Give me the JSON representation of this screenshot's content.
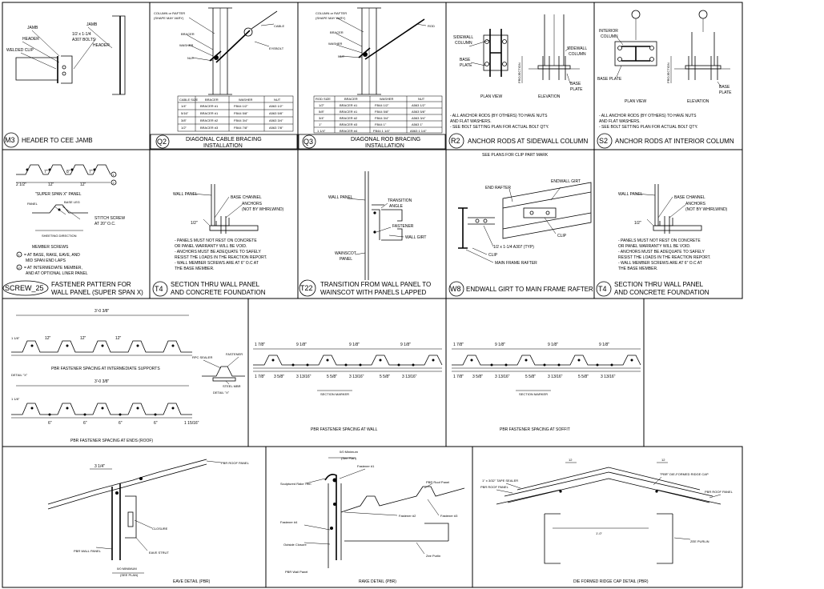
{
  "panels": {
    "m3": {
      "code": "M3",
      "title": "HEADER TO CEE JAMB",
      "labels": {
        "jamb": "JAMB",
        "jamb2": "JAMB",
        "header": "HEADER",
        "header2": "HEADER",
        "welded_clip": "WELDED CLIP",
        "bolts": "1/2 x 1-1/4",
        "bolts2": "A307 BOLTS"
      }
    },
    "q2": {
      "code": "Q2",
      "title": "DIAGONAL CABLE BRACING",
      "title2": "INSTALLATION",
      "labels": {
        "column": "COLUMN or RAFTER",
        "shape": "(SHAPE MAY VARY)",
        "cable": "CABLE",
        "bracer": "BRACER",
        "washer": "WASHER",
        "eyebolt": "EYEBOLT",
        "nut": "NUT"
      },
      "table": {
        "headers": [
          "CABLE SIZE",
          "BRACER",
          "WASHER",
          "NUT"
        ],
        "rows": [
          [
            "1/4\"",
            "BRACER #1",
            "FB44 1/2\"",
            "A563 1/2\""
          ],
          [
            "5/16\"",
            "BRACER #1",
            "FB44 5/8\"",
            "A563 5/8\""
          ],
          [
            "3/8\"",
            "BRACER #2",
            "FB44 3/4\"",
            "A563 3/4\""
          ],
          [
            "1/2\"",
            "BRACER #3",
            "FB44 7/8\"",
            "A563 7/8\""
          ]
        ]
      }
    },
    "q3": {
      "code": "Q3",
      "title": "DIAGONAL ROD BRACING",
      "title2": "INSTALLATION",
      "labels": {
        "column": "COLUMN or RAFTER",
        "shape": "(SHAPE MAY VARY)",
        "rod": "ROD",
        "bracer": "BRACER",
        "washer": "WASHER",
        "nut": "NUT"
      },
      "table": {
        "headers": [
          "ROD SIZE",
          "BRACER",
          "WASHER",
          "NUT"
        ],
        "rows": [
          [
            "1/2\"",
            "BRACER #1",
            "FB44 1/2\"",
            "A563 1/2\""
          ],
          [
            "5/8\"",
            "BRACER #1",
            "FB44 5/8\"",
            "A563 5/8\""
          ],
          [
            "3/4\"",
            "BRACER #2",
            "FB44 3/4\"",
            "A563 3/4\""
          ],
          [
            "1\"",
            "BRACER #3",
            "FB44 1\"",
            "A563 1\""
          ],
          [
            "1 1/4\"",
            "BRACER #4",
            "FB44 1 1/4\"",
            "A563 1 1/4\""
          ]
        ]
      }
    },
    "r2": {
      "code": "R2",
      "title": "ANCHOR RODS AT SIDEWALL COLUMN",
      "labels": {
        "sidewall_col": "SIDEWALL",
        "sidewall_col2": "COLUMN",
        "sidewall_col3": "SIDEWALL",
        "sidewall_col4": "COLUMN",
        "base_plate": "BASE",
        "base_plate2": "PLATE",
        "base_plate3": "BASE",
        "base_plate4": "PLATE",
        "projection": "PROJECTION",
        "plan": "PLAN VIEW",
        "elevation": "ELEVATION"
      },
      "notes": [
        "- ALL ANCHOR RODS (BY OTHERS) TO HAVE NUTS",
        "  AND FLAT WASHERS.",
        "- SEE BOLT SETTING PLAN FOR ACTUAL BOLT QTY."
      ]
    },
    "s2": {
      "code": "S2",
      "title": "ANCHOR RODS AT INTERIOR COLUMN",
      "labels": {
        "interior_col": "INTERIOR",
        "interior_col2": "COLUMN",
        "base_plate": "BASE PLATE",
        "base_plate2": "BASE",
        "base_plate3": "PLATE",
        "projection": "PROJECTION",
        "plan": "PLAN VIEW",
        "elevation": "ELEVATION"
      },
      "notes": [
        "- ALL ANCHOR RODS (BY OTHERS) TO HAVE NUTS",
        "  AND FLAT WASHERS.",
        "- SEE BOLT SETTING PLAN FOR ACTUAL BOLT QTY."
      ]
    },
    "screw25": {
      "code": "SCREW_25",
      "title": "FASTENER PATTERN FOR",
      "title2": "WALL PANEL (SUPER SPAN X)",
      "labels": {
        "panel_name": "\"SUPER SPAN X\" PANEL",
        "panel": "PANEL",
        "base_leg": "BASE LEG",
        "stitch": "STITCH SCREW",
        "stitch2": "AT 20\" O.C.",
        "sheeting_dir": "SHEETING DIRECTION",
        "member_screws": "MEMBER SCREWS",
        "note1": "= AT BASE, RAKE, EAVE, AND",
        "note1b": "MID SPAN END LAPS",
        "note2": "= AT INTERMEDIATE MEMBER,",
        "note2b": "AND AT OPTIONAL LINER PANEL",
        "d1": "2 1/2\"",
        "d2": "7\"",
        "d3": "8\"",
        "d4": "7\"",
        "d5": "12\"",
        "d6": "12\"",
        "c1": "1",
        "c2": "2"
      }
    },
    "t4a": {
      "code": "T4",
      "title": "SECTION THRU WALL PANEL",
      "title2": "AND CONCRETE FOUNDATION",
      "labels": {
        "wall_panel": "WALL PANEL",
        "base_channel": "BASE CHANNEL",
        "anchors": "ANCHORS",
        "anchors2": "(NOT BY WHIRLWIND)",
        "dim": "1/2\""
      },
      "notes": [
        "- PANELS MUST NOT REST ON CONCRETE",
        "  OR PANEL WARRANTY WILL BE VOID.",
        "- ANCHORS MUST BE ADEQUATE TO SAFELY",
        "  RESIST THE LOADS IN THE REACTION REPORT.",
        "- WALL MEMBER SCREWS ARE AT 6\" O.C AT",
        "  THE BASE MEMBER."
      ]
    },
    "t22": {
      "code": "T22",
      "title": "TRANSITION FROM WALL PANEL TO",
      "title2": "WAINSCOT WITH PANELS LAPPED",
      "labels": {
        "wall_panel": "WALL PANEL",
        "transition": "TRANSITION",
        "transition2": "ANGLE",
        "fastener": "FASTENER",
        "wall_girt": "WALL GIRT",
        "wainscot": "WAINSCOT",
        "wainscot2": "PANEL"
      }
    },
    "w8": {
      "code": "W8",
      "title": "ENDWALL GIRT TO MAIN FRAME RAFTER",
      "labels": {
        "header": "SEE PLANS FOR CLIP PART MARK",
        "endwall_girt": "ENDWALL GIRT",
        "end_rafter": "END RAFTER",
        "clip": "CLIP",
        "clip2": "CLIP",
        "bolts": "1/2 x 1-1/4 A307 (TYP)",
        "main_frame": "MAIN FRAME RAFTER"
      }
    },
    "t4b": {
      "code": "T4",
      "title": "SECTION THRU WALL PANEL",
      "title2": "AND CONCRETE FOUNDATION",
      "labels": {
        "wall_panel": "WALL PANEL",
        "base_channel": "BASE CHANNEL",
        "anchors": "ANCHORS",
        "anchors2": "(NOT BY WHIRLWIND)",
        "dim": "1/2\""
      },
      "notes": [
        "- PANELS MUST NOT REST ON CONCRETE",
        "  OR PANEL WARRANTY WILL BE VOID.",
        "- ANCHORS MUST BE ADEQUATE TO SAFELY",
        "  RESIST THE LOADS IN THE REACTION REPORT.",
        "- WALL MEMBER SCREWS ARE AT 6\" O.C AT",
        "  THE BASE MEMBER."
      ]
    },
    "roof": {
      "title": "PBR FASTENER SPACING AT ENDS (ROOF)",
      "subtitle": "PBR FASTENER SPACING AT INTERMEDIATE SUPPORTS",
      "labels": {
        "width": "3'-0 3/8\"",
        "width2": "3'-0 3/8\"",
        "dim1": "1 1/8\"",
        "dim2": "1 1/8\"",
        "s1": "12\"",
        "s2": "12\"",
        "s3": "12\"",
        "s4": "6\"",
        "s5": "6\"",
        "s6": "6\"",
        "s7": "6\"",
        "s8": "1 15/16\"",
        "detail": "DETAIL \"X\"",
        "detail2": "DETAIL \"X\"",
        "fastener": "FASTENER",
        "rpc": "RPC SEALER",
        "steel": "STEEL MBR"
      }
    },
    "wall_sp": {
      "title": "PBR FASTENER SPACING AT WALL",
      "labels": {
        "s1": "1 7/8\"",
        "s2": "9 1/8\"",
        "s3": "9 1/8\"",
        "s4": "9 1/8\"",
        "b1": "1 7/8\"",
        "b2": "3 5/8\"",
        "b3": "3 13/16\"",
        "b4": "5 5/8\"",
        "b5": "3 13/16\"",
        "b6": "5 5/8\"",
        "b7": "3 13/16\"",
        "section": "SECTION MARKER"
      }
    },
    "soffit": {
      "title": "PBR FASTENER SPACING AT SOFFIT",
      "labels": {
        "s1": "1 7/8\"",
        "s2": "9 1/8\"",
        "s3": "9 1/8\"",
        "s4": "9 1/8\"",
        "b1": "1 7/8\"",
        "b2": "3 5/8\"",
        "b3": "3 13/16\"",
        "b4": "5 5/8\"",
        "b5": "3 13/16\"",
        "b6": "5 5/8\"",
        "b7": "3 13/16\"",
        "section": "SECTION MARKER"
      }
    },
    "eave": {
      "title": "EAVE DETAIL (PBR)",
      "labels": {
        "d1": "3 1/4\"",
        "pbr_roof": "PBR ROOF PANEL",
        "pbr_wall": "PBR WALL PANEL",
        "eave_strut": "EAVE STRUT",
        "closure": "CLOSURE",
        "bottom": "0/0 MINIMUM",
        "bottom2": "(SEE PLAN)"
      }
    },
    "rake": {
      "title": "RAKE DETAIL (PBR)",
      "labels": {
        "top": "0/0 Minimum",
        "top2": "(See Plan)",
        "trim": "Sculptured Rake Trim",
        "f1": "Fastener #1",
        "f2": "Fastener #2",
        "f3": "Fastener #3",
        "f4": "Fastener #4",
        "pbr_roof": "PBR Roof Panel",
        "pbr_wall": "PBR Wall Panel",
        "zee": "Zee Purlin",
        "closure": "Outside Closure"
      }
    },
    "ridge": {
      "title": "DIE FORMED RIDGE CAP DETAIL (PBR)",
      "labels": {
        "d12a": "12",
        "d12b": "12",
        "pbr_roof": "PBR ROOF PANEL",
        "pbr_roof2": "PBR ROOF PANEL",
        "ridge_cap": "\"PBR\" DIE-FORMED RIDGE CAP",
        "zee": "ZEE PURLIN",
        "sealer": "1\" x 3/32\" TAPE SEALER",
        "dim": "1'-0\""
      }
    }
  }
}
